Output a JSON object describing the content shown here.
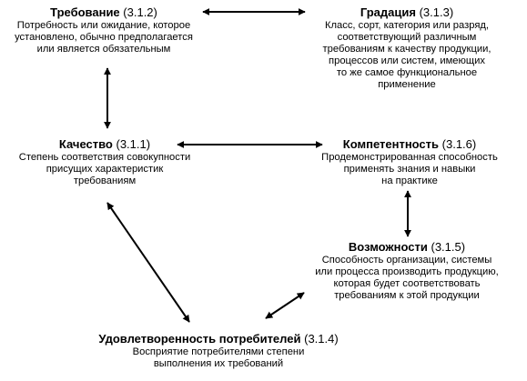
{
  "concepts": {
    "requirement": {
      "term": "Требование",
      "ref": "(3.1.2)",
      "definition": "Потребность или ожидание, которое\nустановлено, обычно предполагается\nили является обязательным"
    },
    "grade": {
      "term": "Градация",
      "ref": "(3.1.3)",
      "definition": "Класс, сорт, категория или разряд,\nсоответствующий различным\nтребованиям к качеству продукции,\nпроцессов или систем, имеющих\nто же самое функциональное\nприменение"
    },
    "quality": {
      "term": "Качество",
      "ref": "(3.1.1)",
      "definition": "Степень соответствия совокупности\nприсущих характеристик\nтребованиям"
    },
    "competence": {
      "term": "Компетентность",
      "ref": "(3.1.6)",
      "definition": "Продемонстрированная способность\nприменять знания и навыки\nна практике"
    },
    "capability": {
      "term": "Возможности",
      "ref": "(3.1.5)",
      "definition": "Способность организации, системы\nили процесса производить продукцию,\nкоторая будет соответствовать\nтребованиям к этой продукции"
    },
    "satisfaction": {
      "term": "Удовлетворенность потребителей",
      "ref": "(3.1.4)",
      "definition": "Восприятие потребителями степени\nвыполнения их требований"
    }
  },
  "style": {
    "ink": "#000000",
    "background": "#ffffff"
  }
}
